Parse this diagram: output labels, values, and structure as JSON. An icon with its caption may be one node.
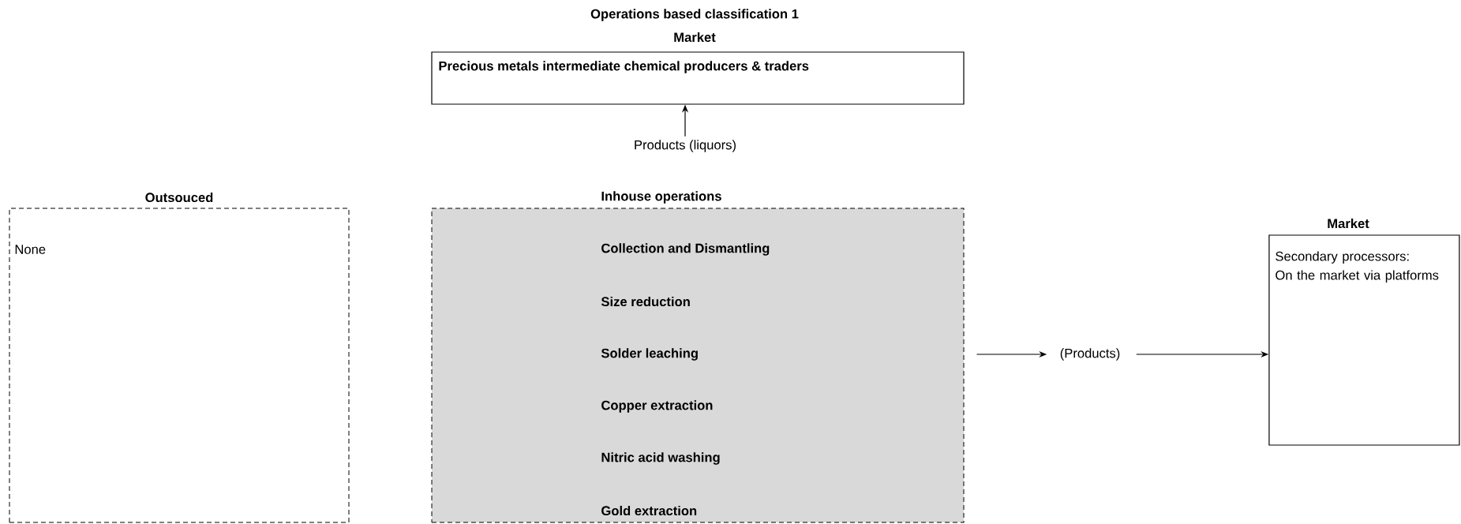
{
  "diagram": {
    "title": "Operations based classification 1",
    "nodes": [
      {
        "text": [
          "Market",
          "Precious metals intermediate chemical producers & traders"
        ]
      },
      {
        "text": [
          "Products (liquors)"
        ]
      },
      {
        "text": [
          "Outsouced",
          "None"
        ]
      },
      {
        "text": [
          "Inhouse operations",
          "Collection and Dismantling",
          "Size reduction",
          "Solder leaching",
          "Copper extraction",
          "Nitric acid washing",
          "Gold extraction"
        ]
      },
      {
        "text": [
          "(Products)"
        ]
      },
      {
        "text": [
          "Market",
          "Secondary processors:",
          "On the market via platforms"
        ]
      }
    ],
    "edges": [
      {
        "from": 1,
        "to": 0,
        "arrow": "to"
      },
      {
        "from": 3,
        "to": 4,
        "arrow": "to"
      },
      {
        "from": 4,
        "to": 5,
        "arrow": "to"
      }
    ]
  }
}
